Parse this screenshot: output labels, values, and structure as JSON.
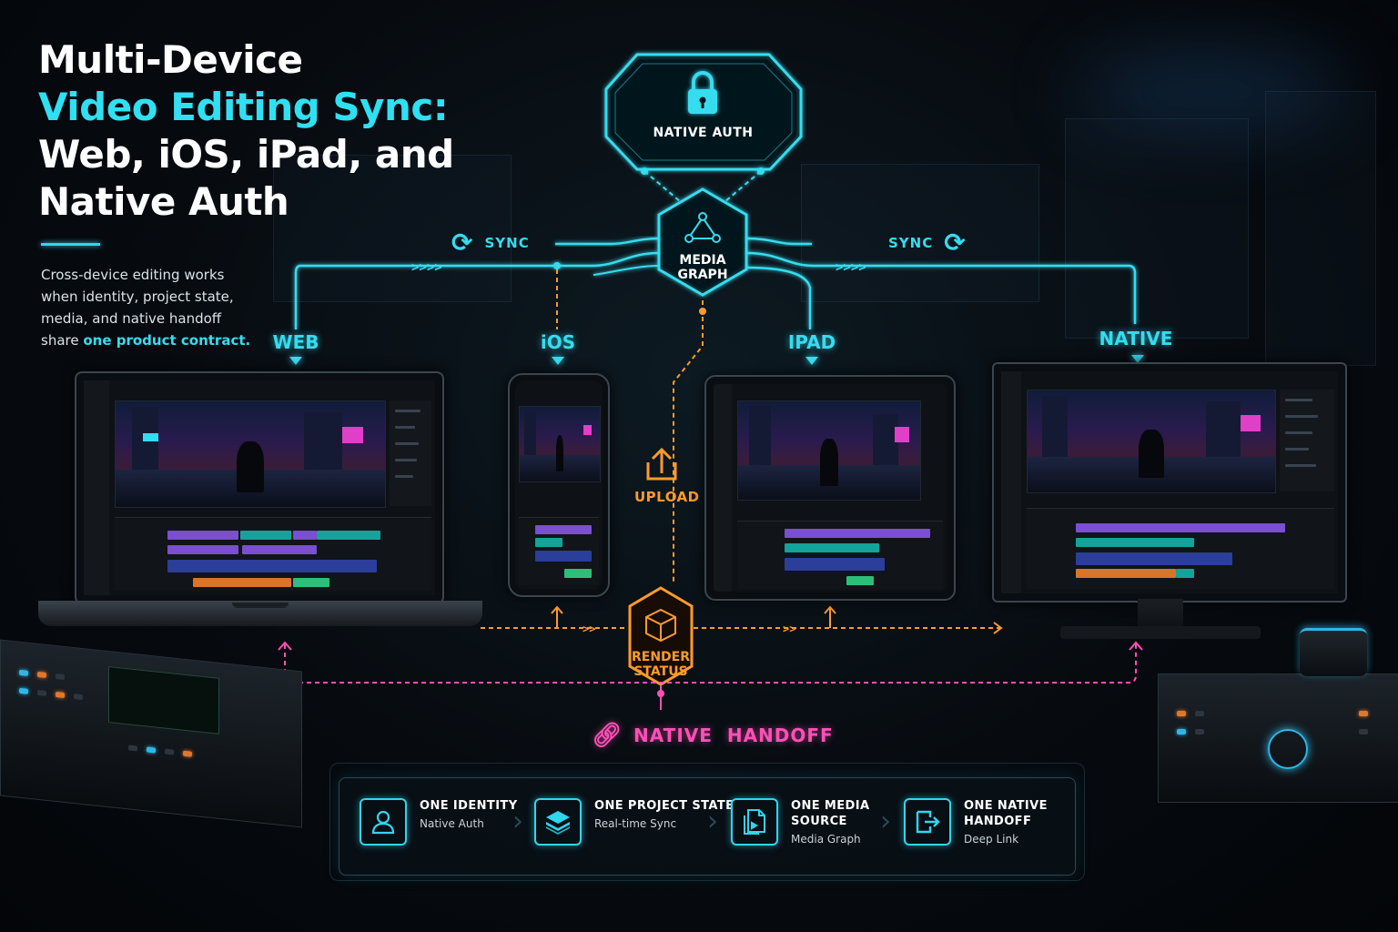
{
  "title": {
    "line1": "Multi-Device",
    "line2": "Video Editing Sync:",
    "line3": "Web, iOS, iPad, and",
    "line4": "Native Auth"
  },
  "description": {
    "text": "Cross-device editing works when identity, project state, media, and native handoff share ",
    "highlight": "one product contract."
  },
  "nodes": {
    "auth": "NATIVE AUTH",
    "graph_line1": "MEDIA",
    "graph_line2": "GRAPH",
    "render_line1": "RENDER",
    "render_line2": "STATUS",
    "upload": "UPLOAD",
    "handoff": "NATIVE  HANDOFF"
  },
  "sync": {
    "left": "SYNC",
    "right": "SYNC"
  },
  "devices": {
    "web": "WEB",
    "ios": "iOS",
    "ipad": "IPAD",
    "native": "NATIVE"
  },
  "features": [
    {
      "title1": "ONE IDENTITY",
      "title2": "",
      "sub": "Native Auth",
      "icon": "user-icon"
    },
    {
      "title1": "ONE PROJECT STATE",
      "title2": "",
      "sub": "Real-time Sync",
      "icon": "layers-icon"
    },
    {
      "title1": "ONE MEDIA",
      "title2": "SOURCE",
      "sub": "Media Graph",
      "icon": "media-file-icon"
    },
    {
      "title1": "ONE NATIVE",
      "title2": "HANDOFF",
      "sub": "Deep Link",
      "icon": "handoff-exit-icon"
    }
  ],
  "colors": {
    "cyan": "#35dcef",
    "orange": "#ff9b2a",
    "magenta": "#ff4fb8",
    "background": "#070b10"
  }
}
